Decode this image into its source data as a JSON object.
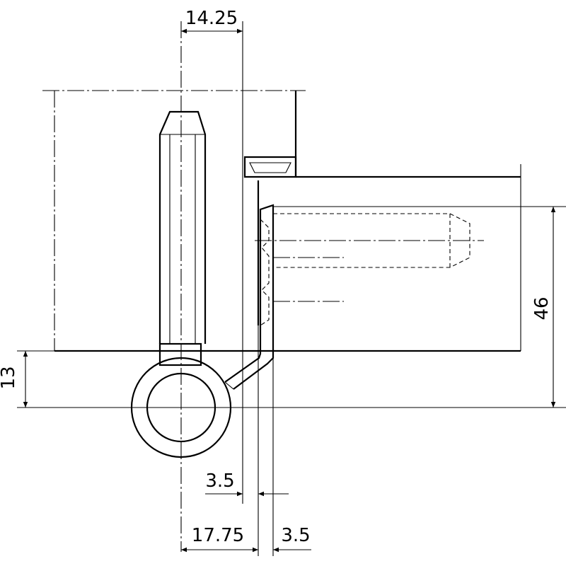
{
  "dimensions": {
    "top_width": "14.25",
    "height_total": "46",
    "height_pin": "13",
    "gap_upper": "3.5",
    "offset_lower": "17.75",
    "gap_lower": "3.5"
  }
}
